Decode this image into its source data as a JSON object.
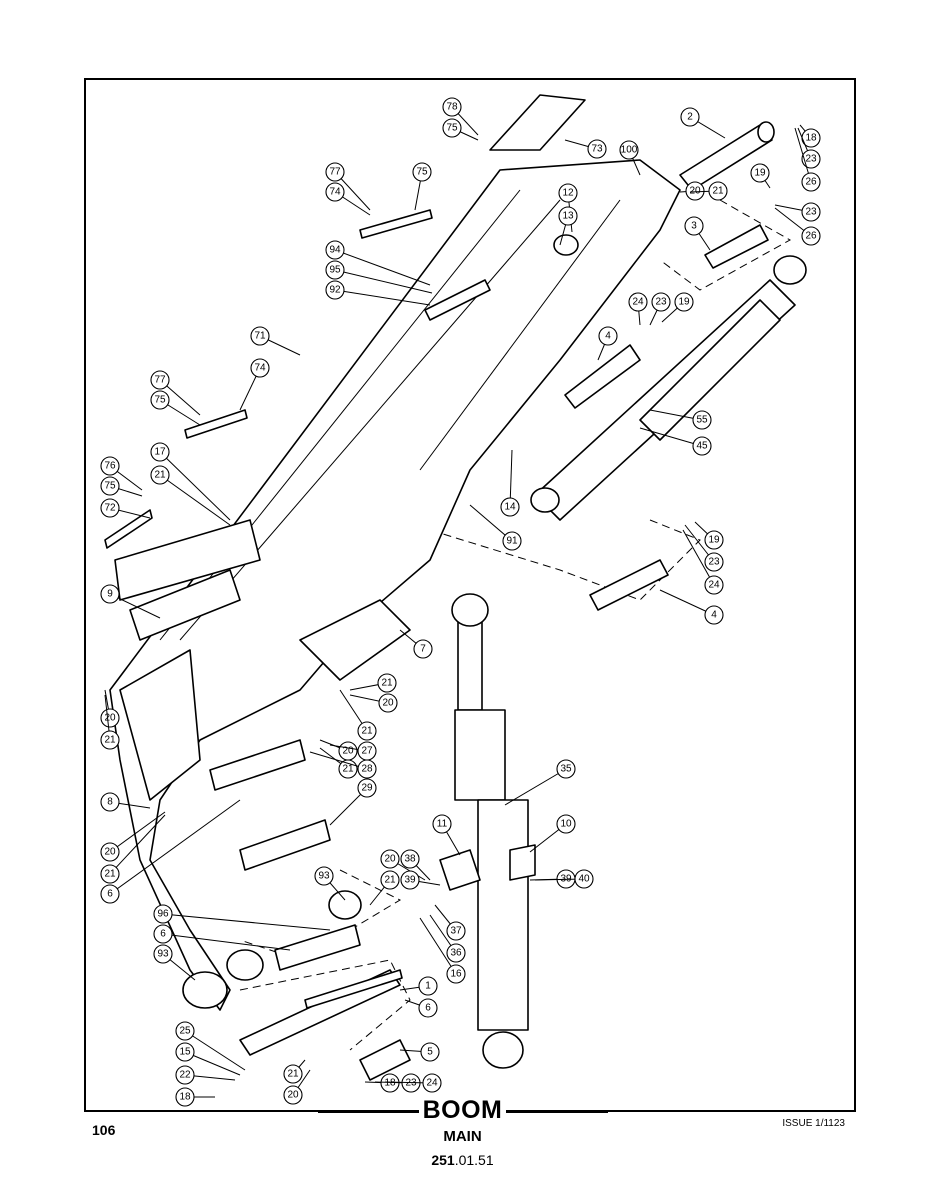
{
  "page": {
    "number": "106",
    "title": "BOOM",
    "subtitle": "MAIN",
    "code_bold": "251",
    "code_rest": ".01.51",
    "issue": "ISSUE 1/1123"
  },
  "callouts": [
    "78",
    "75",
    "73",
    "2",
    "18",
    "23",
    "26",
    "100",
    "77",
    "74",
    "75",
    "12",
    "13",
    "20",
    "21",
    "19",
    "23",
    "26",
    "3",
    "94",
    "95",
    "92",
    "24",
    "23",
    "19",
    "4",
    "71",
    "77",
    "74",
    "75",
    "55",
    "45",
    "76",
    "17",
    "21",
    "75",
    "72",
    "14",
    "91",
    "19",
    "23",
    "24",
    "4",
    "9",
    "7",
    "21",
    "20",
    "20",
    "21",
    "21",
    "20",
    "27",
    "21",
    "28",
    "29",
    "8",
    "20",
    "21",
    "6",
    "35",
    "11",
    "10",
    "20",
    "38",
    "39",
    "39",
    "40",
    "93",
    "21",
    "96",
    "37",
    "6",
    "36",
    "93",
    "16",
    "1",
    "6",
    "25",
    "15",
    "22",
    "18",
    "21",
    "20",
    "5",
    "18",
    "23",
    "24"
  ]
}
